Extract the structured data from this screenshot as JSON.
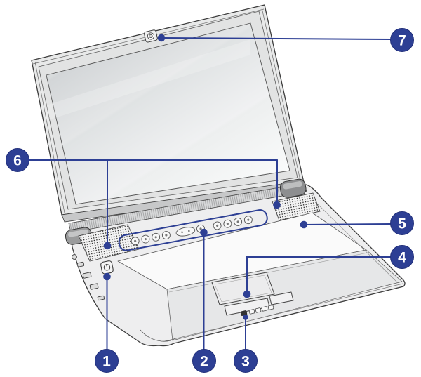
{
  "figure": {
    "accent_color": "#2d3f94",
    "outline_color": "#3c3c3c",
    "background_color": "#ffffff",
    "callouts": [
      {
        "label": "1"
      },
      {
        "label": "2"
      },
      {
        "label": "3"
      },
      {
        "label": "4"
      },
      {
        "label": "5"
      },
      {
        "label": "6"
      },
      {
        "label": "7"
      }
    ]
  }
}
